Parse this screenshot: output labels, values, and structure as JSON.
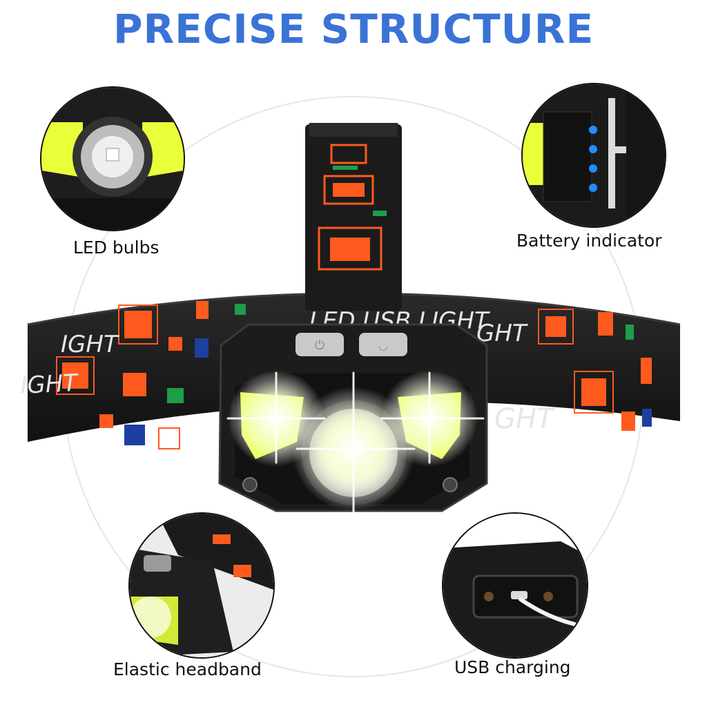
{
  "title": "PRECISE STRUCTURE",
  "band_text": {
    "left_upper": "IGHT",
    "left_lower": "IGHT",
    "center": "LED USB LIGHT",
    "right_upper": "GHT",
    "right_lower": "GHT"
  },
  "callouts": {
    "top_left": {
      "label": "LED bulbs"
    },
    "top_right": {
      "label": "Battery indicator"
    },
    "bottom_left": {
      "label": "Elastic headband"
    },
    "bottom_right": {
      "label": "USB charging"
    }
  },
  "colors": {
    "title": "#3a73d6",
    "band": "#1a1a1a",
    "orange": "#ff5a1e",
    "led_yellow": "#e8ff3a",
    "battery_dot": "#1f8fff"
  }
}
